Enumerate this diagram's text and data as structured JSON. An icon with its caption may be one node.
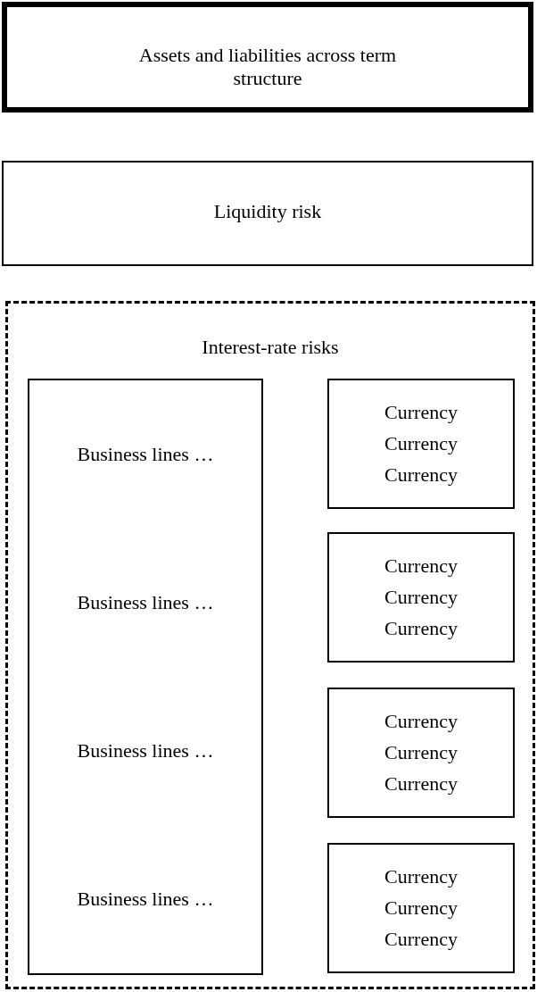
{
  "diagram": {
    "nodes": [
      {
        "text": [
          "Assets and liabilities across term structure"
        ]
      },
      {
        "text": [
          "Liquidity risk"
        ]
      },
      {
        "text": [
          "Interest-rate risks"
        ]
      },
      {
        "text": [
          "Business lines …",
          "Business lines …",
          "Business lines …",
          "Business lines …"
        ],
        "in": 2
      },
      {
        "text": [
          "Currency",
          "Currency",
          "Currency"
        ],
        "in": 2
      },
      {
        "text": [
          "Currency",
          "Currency",
          "Currency"
        ],
        "in": 2
      },
      {
        "text": [
          "Currency",
          "Currency",
          "Currency"
        ],
        "in": 2
      },
      {
        "text": [
          "Currency",
          "Currency",
          "Currency"
        ],
        "in": 2
      }
    ],
    "edges": []
  }
}
